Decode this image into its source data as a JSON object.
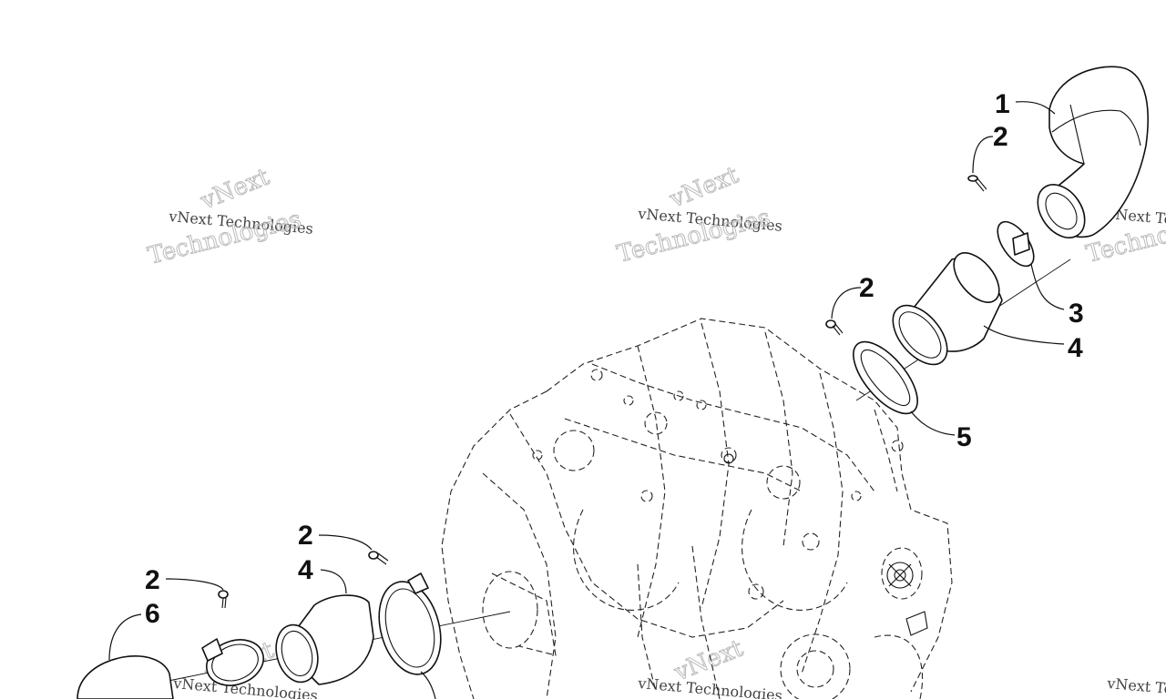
{
  "callouts": {
    "c1": "1",
    "c2a": "2",
    "c2b": "2",
    "c2c": "2",
    "c2d": "2",
    "c3": "3",
    "c4a": "4",
    "c4b": "4",
    "c5": "5",
    "c6": "6"
  },
  "watermark": {
    "line1": "vNext Technologies",
    "line2": "vNext",
    "line3": "Technologies"
  }
}
